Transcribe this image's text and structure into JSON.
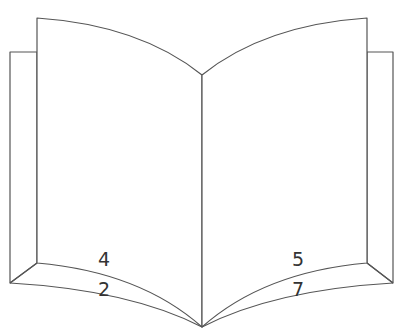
{
  "diagram": {
    "labels": [
      "4",
      "5",
      "2",
      "7"
    ]
  }
}
